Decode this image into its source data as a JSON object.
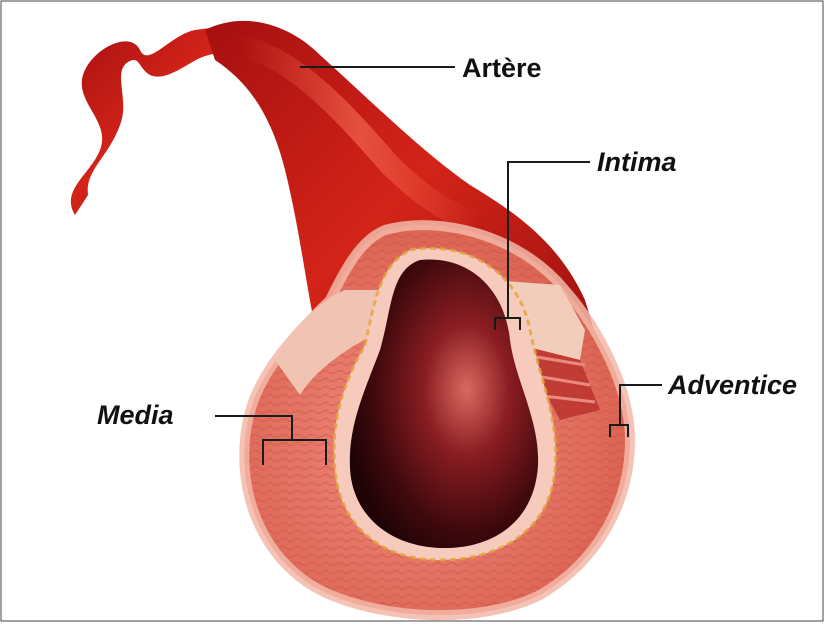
{
  "labels": {
    "artere": "Artère",
    "intima": "Intima",
    "media": "Media",
    "adventice": "Adventice"
  },
  "colors": {
    "artery_dark": "#8e0b0b",
    "artery_mid": "#c91b1b",
    "artery_light": "#e23a2c",
    "wall_pink": "#e98a7e",
    "wall_light": "#f6cbbd",
    "lumen_dark": "#2a0608",
    "leader": "#1a1a1a",
    "border": "#222222"
  }
}
